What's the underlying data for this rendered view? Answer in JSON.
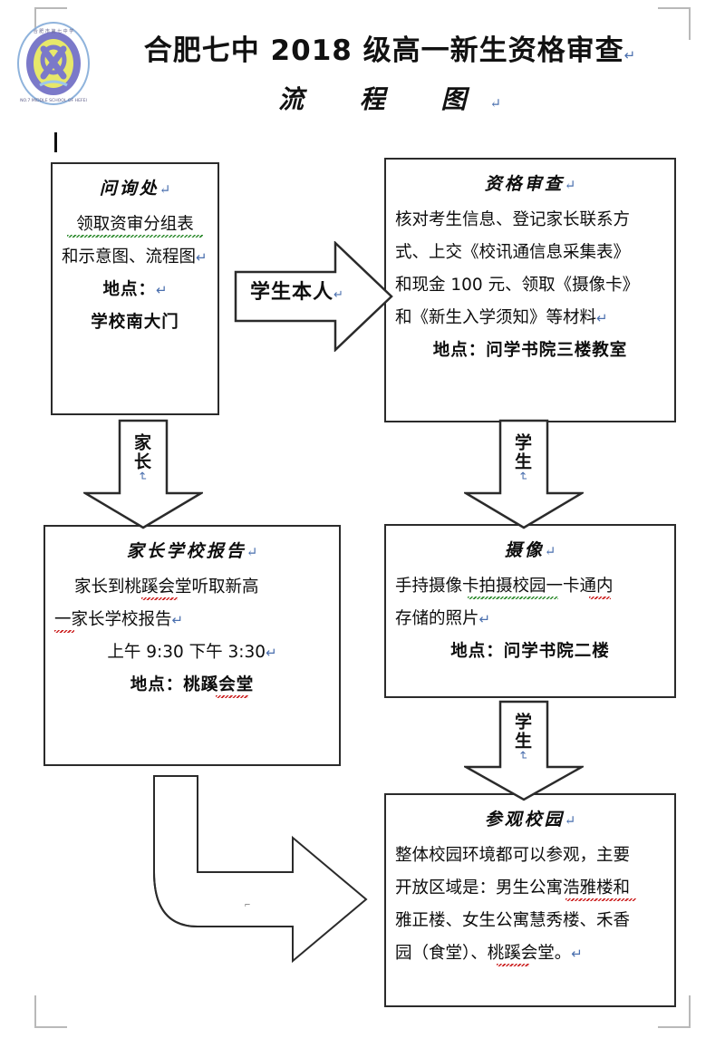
{
  "document": {
    "title_main": "合肥七中 2018 级高一新生资格审查",
    "title_sub": "流 程 图",
    "pilcrow": "↵"
  },
  "logo": {
    "name": "school-emblem",
    "ring_color": "#7b79c9",
    "inner_color": "#e7e86a",
    "outline_color": "#7fa8d6",
    "text_top": "合肥市第七中学",
    "text_bottom": "NO.7 MIDDLE SCHOOL OF HEFEI"
  },
  "boxes": {
    "inquiry": {
      "title": "问询处",
      "lines": [
        "领取资审分组表",
        "和示意图、流程图",
        "地点：",
        "学校南大门"
      ]
    },
    "review": {
      "title": "资格审查",
      "lines": [
        "核对考生信息、登记家长联系方",
        "式、上交《校讯通信息采集表》",
        "和现金 100 元、领取《摄像卡》",
        "和《新生入学须知》等材料",
        "地点：问学书院三楼教室"
      ]
    },
    "parent_report": {
      "title": "家长学校报告",
      "lines": [
        "家长到桃蹊会堂听取新高",
        "一家长学校报告",
        "上午 9:30    下午 3:30",
        "地点：桃蹊会堂"
      ]
    },
    "photo": {
      "title": "摄像",
      "lines": [
        "手持摄像卡拍摄校园一卡通内",
        "存储的照片",
        "地点：问学书院二楼"
      ]
    },
    "visit": {
      "title": "参观校园",
      "lines": [
        "整体校园环境都可以参观，主要",
        "开放区域是：男生公寓浩雅楼和",
        "雅正楼、女生公寓慧秀楼、禾香",
        "园（食堂）、桃蹊会堂。"
      ]
    }
  },
  "arrows": {
    "student_self": {
      "label": "学生本人",
      "direction": "right"
    },
    "parent": {
      "label": "家长",
      "direction": "down"
    },
    "student_1": {
      "label": "学生",
      "direction": "down"
    },
    "student_2": {
      "label": "学生",
      "direction": "down"
    },
    "to_visit": {
      "label": "",
      "direction": "bent-down-right"
    }
  },
  "colors": {
    "ink": "#111111",
    "box_border": "#2b2b2b",
    "pilcrow": "#4a6fae",
    "spell_red": "#cc2222",
    "grammar_green": "#2e8b2e",
    "page_mark": "#b9b9b9"
  }
}
